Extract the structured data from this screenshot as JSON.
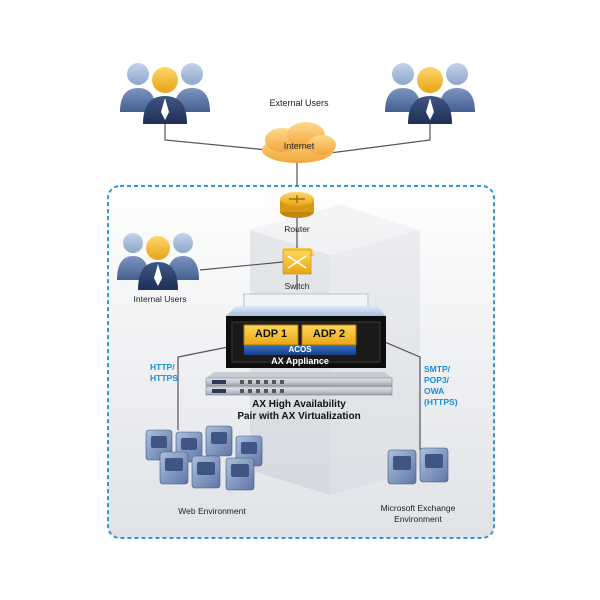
{
  "labels": {
    "external_users": "External Users",
    "internet": "Internet",
    "router": "Router",
    "switch": "Switch",
    "internal_users": "Internal Users",
    "adp1": "ADP 1",
    "adp2": "ADP 2",
    "acos": "ACOS",
    "ax_appliance": "AX Appliance",
    "ha_line1": "AX High Availability",
    "ha_line2": "Pair with AX Virtualization",
    "web_env": "Web Environment",
    "exchange_line1": "Microsoft Exchange",
    "exchange_line2": "Environment",
    "http1": "HTTP/",
    "http2": "HTTPS",
    "smtp1": "SMTP/",
    "smtp2": "POP3/",
    "smtp3": "OWA",
    "smtp4": "(HTTPS)"
  },
  "colors": {
    "accent_blue": "#1b8fd6",
    "adp_gold": "#f2b818",
    "acos_blue": "#1f57a8",
    "cloud_orange": "#f4b14a",
    "router_gold": "#e9a514"
  }
}
